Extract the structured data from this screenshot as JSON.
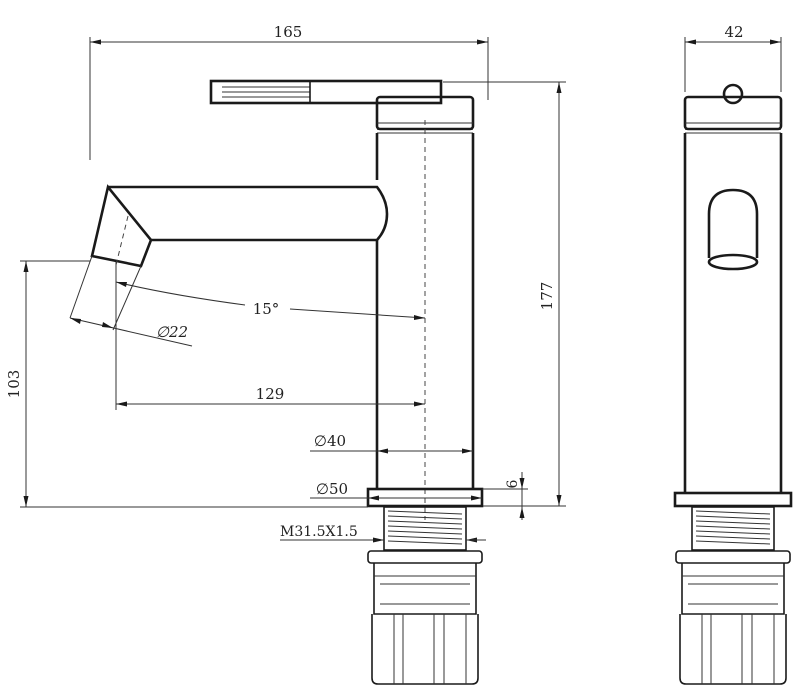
{
  "dimensions": {
    "overall_width": "165",
    "side_width": "42",
    "height": "177",
    "spout_height": "103",
    "reach": "129",
    "spout_angle": "15°",
    "outlet_diameter": "∅22",
    "body_diameter": "∅40",
    "base_diameter": "∅50",
    "base_thickness": "6",
    "thread": "M31.5X1.5"
  },
  "colors": {
    "line": "#1a1a1a",
    "background": "#ffffff"
  }
}
